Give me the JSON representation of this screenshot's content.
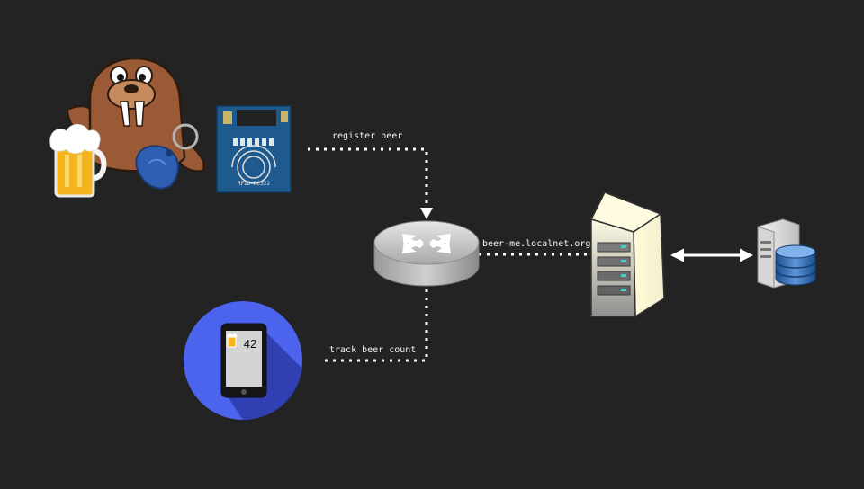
{
  "labels": {
    "register": "register beer",
    "host": "beer-me.localnet.org",
    "track": "track beer count"
  },
  "phone": {
    "count": "42"
  },
  "rfid": {
    "chip_label": "RFID-RC522"
  },
  "icons": {
    "walrus": "walrus-icon",
    "beer": "beer-mug-icon",
    "keyfob": "rfid-keyfob-icon",
    "rfid_reader": "rfid-reader-icon",
    "router": "router-icon",
    "server": "server-rack-icon",
    "database": "database-server-icon",
    "phone": "smartphone-icon"
  },
  "colors": {
    "background": "#232323",
    "connector": "#ffffff",
    "rfid_board": "#1f5a8f",
    "phone_circle": "#4c63ee",
    "walrus": "#9a5a35"
  }
}
